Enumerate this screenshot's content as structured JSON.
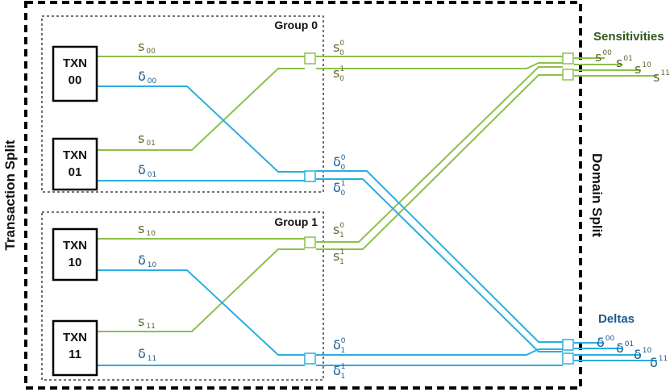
{
  "labels": {
    "transaction_split": "Transaction Split",
    "domain_split": "Domain Split",
    "group0": "Group 0",
    "group1": "Group 1",
    "sensitivities": "Sensitivities",
    "deltas": "Deltas"
  },
  "txn_boxes": [
    {
      "line1": "TXN",
      "line2": "00"
    },
    {
      "line1": "TXN",
      "line2": "01"
    },
    {
      "line1": "TXN",
      "line2": "10"
    },
    {
      "line1": "TXN",
      "line2": "11"
    }
  ],
  "wire_labels": {
    "s00": {
      "sym": "s",
      "sub": "00"
    },
    "d00": {
      "sym": "δ",
      "sub": "00"
    },
    "s01": {
      "sym": "s",
      "sub": "01"
    },
    "d01": {
      "sym": "δ",
      "sub": "01"
    },
    "s10": {
      "sym": "s",
      "sub": "10"
    },
    "d10": {
      "sym": "δ",
      "sub": "10"
    },
    "s11": {
      "sym": "s",
      "sub": "11"
    },
    "d11": {
      "sym": "δ",
      "sub": "11"
    }
  },
  "mid_labels": {
    "s0_0": {
      "sym": "s",
      "sup": "0",
      "sub": "0"
    },
    "s0_1": {
      "sym": "s",
      "sup": "1",
      "sub": "0"
    },
    "d0_0": {
      "sym": "δ",
      "sup": "0",
      "sub": "0"
    },
    "d0_1": {
      "sym": "δ",
      "sup": "1",
      "sub": "0"
    },
    "s1_0": {
      "sym": "s",
      "sup": "0",
      "sub": "1"
    },
    "s1_1": {
      "sym": "s",
      "sup": "1",
      "sub": "1"
    },
    "d1_0": {
      "sym": "δ",
      "sup": "0",
      "sub": "1"
    },
    "d1_1": {
      "sym": "δ",
      "sup": "1",
      "sub": "1"
    }
  },
  "outputs": {
    "s00": {
      "sym": "s",
      "sup": "00"
    },
    "s01": {
      "sym": "s",
      "sup": "01"
    },
    "s10": {
      "sym": "s",
      "sup": "10"
    },
    "s11": {
      "sym": "s",
      "sup": "11"
    },
    "d00": {
      "sym": "δ",
      "sup": "00"
    },
    "d01": {
      "sym": "δ",
      "sup": "01"
    },
    "d10": {
      "sym": "δ",
      "sup": "10"
    },
    "d11": {
      "sym": "δ",
      "sup": "11"
    }
  },
  "colors": {
    "sensitivity_wire": "#8cc04b",
    "delta_wire": "#2aaee0",
    "sensitivity_text": "#2f5c1e",
    "delta_text": "#1d5b8c",
    "border": "#000000"
  }
}
